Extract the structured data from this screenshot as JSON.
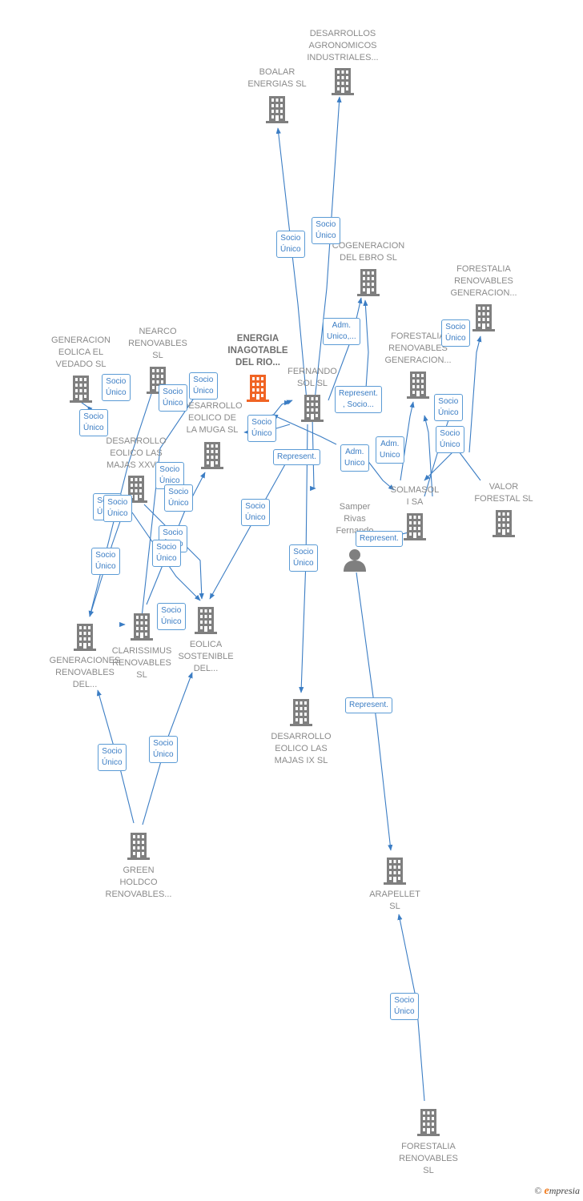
{
  "colors": {
    "edge": "#3b7dc4",
    "node": "#7f7f7f",
    "focus": "#f06424",
    "tag_border": "#5b9bd5"
  },
  "nodes": [
    {
      "id": "desarrollos_agronomicos",
      "kind": "company",
      "label": [
        "DESARROLLOS",
        "AGRONOMICOS",
        "INDUSTRIALES..."
      ]
    },
    {
      "id": "boalar",
      "kind": "company",
      "label": [
        "BOALAR",
        "ENERGIAS  SL"
      ]
    },
    {
      "id": "cogeneracion_ebro",
      "kind": "company",
      "label": [
        "COGENERACION",
        "DEL EBRO  SL"
      ]
    },
    {
      "id": "forestalia_gen_1",
      "kind": "company",
      "label": [
        "FORESTALIA",
        "RENOVABLES",
        "GENERACION..."
      ]
    },
    {
      "id": "forestalia_gen_2",
      "kind": "company",
      "label": [
        "FORESTALIA",
        "RENOVABLES",
        "GENERACION..."
      ]
    },
    {
      "id": "generacion_vedado",
      "kind": "company",
      "label": [
        "GENERACION",
        "EOLICA EL",
        "VEDADO SL"
      ]
    },
    {
      "id": "nearco",
      "kind": "company",
      "label": [
        "NEARCO",
        "RENOVABLES",
        "SL"
      ]
    },
    {
      "id": "energia_inagotable",
      "kind": "focus",
      "label": [
        "ENERGIA",
        "INAGOTABLE",
        "DEL RIO..."
      ]
    },
    {
      "id": "fernando_sol",
      "kind": "company",
      "label": [
        "FERNANDO",
        "SOL SL"
      ]
    },
    {
      "id": "desarrollo_muga",
      "kind": "company",
      "label": [
        "DESARROLLO",
        "EOLICO DE",
        "LA MUGA SL"
      ]
    },
    {
      "id": "desarrollo_majas_xxvi",
      "kind": "company",
      "label": [
        "DESARROLLO",
        "EOLICO LAS",
        "MAJAS XXVI..."
      ]
    },
    {
      "id": "solmasol",
      "kind": "company",
      "label": [
        "SOLMASOL",
        "I SA"
      ]
    },
    {
      "id": "valor_forestal",
      "kind": "company",
      "label": [
        "VALOR",
        "FORESTAL SL"
      ]
    },
    {
      "id": "samper",
      "kind": "person",
      "label": [
        "Samper",
        "Rivas",
        "Fernando"
      ]
    },
    {
      "id": "generaciones_renovables",
      "kind": "company",
      "label": [
        "GENERACIONES",
        "RENOVABLES",
        "DEL..."
      ]
    },
    {
      "id": "clarissimus",
      "kind": "company",
      "label": [
        "CLARISSIMUS",
        "RENOVABLES",
        "SL"
      ]
    },
    {
      "id": "eolica_sostenible",
      "kind": "company",
      "label": [
        "EOLICA",
        "SOSTENIBLE",
        "DEL..."
      ]
    },
    {
      "id": "desarrollo_majas_ix",
      "kind": "company",
      "label": [
        "DESARROLLO",
        "EOLICO LAS",
        "MAJAS IX  SL"
      ]
    },
    {
      "id": "green_holdco",
      "kind": "company",
      "label": [
        "GREEN",
        "HOLDCO",
        "RENOVABLES..."
      ]
    },
    {
      "id": "arapellet",
      "kind": "company",
      "label": [
        "ARAPELLET",
        "SL"
      ]
    },
    {
      "id": "forestalia_renovables",
      "kind": "company",
      "label": [
        "FORESTALIA",
        "RENOVABLES",
        "SL"
      ]
    }
  ],
  "tags": [
    {
      "text": [
        "Socio",
        "Único"
      ]
    },
    {
      "text": [
        "Socio",
        "Único"
      ]
    },
    {
      "text": [
        "Adm.",
        "Unico,..."
      ]
    },
    {
      "text": [
        "Socio",
        "Único"
      ]
    },
    {
      "text": [
        "Represent.",
        ", Socio..."
      ]
    },
    {
      "text": [
        "Socio",
        "Único"
      ]
    },
    {
      "text": [
        "Socio",
        "Único"
      ]
    },
    {
      "text": [
        "Socio",
        "Único"
      ]
    },
    {
      "text": [
        "Socio",
        "Único"
      ]
    },
    {
      "text": [
        "Socio",
        "Único"
      ]
    },
    {
      "text": [
        "Socio",
        "Único"
      ]
    },
    {
      "text": [
        "Socio",
        "Único"
      ]
    },
    {
      "text": [
        "Represent."
      ]
    },
    {
      "text": [
        "Adm.",
        "Unico"
      ]
    },
    {
      "text": [
        "Adm.",
        "Unico"
      ]
    },
    {
      "text": [
        "Socio",
        "Único"
      ]
    },
    {
      "text": [
        "Socio",
        "Único"
      ]
    },
    {
      "text": [
        "Socio",
        "Único"
      ]
    },
    {
      "text": [
        "Socio",
        "Único"
      ]
    },
    {
      "text": [
        "Socio",
        "Único"
      ]
    },
    {
      "text": [
        "Socio",
        "Único"
      ]
    },
    {
      "text": [
        "Socio",
        "Único"
      ]
    },
    {
      "text": [
        "Socio",
        "Único"
      ]
    },
    {
      "text": [
        "Socio",
        "Único"
      ]
    },
    {
      "text": [
        "Represent."
      ]
    },
    {
      "text": [
        "Socio",
        "Único"
      ]
    },
    {
      "text": [
        "Socio",
        "Único"
      ]
    },
    {
      "text": [
        "Represent."
      ]
    },
    {
      "text": [
        "Socio",
        "Único"
      ]
    },
    {
      "text": [
        "Socio",
        "Único"
      ]
    },
    {
      "text": [
        "Adm.",
        "Unico,..."
      ]
    }
  ],
  "footer": {
    "copyright": "©",
    "brand_initial": "e",
    "brand_rest": "mpresia"
  }
}
